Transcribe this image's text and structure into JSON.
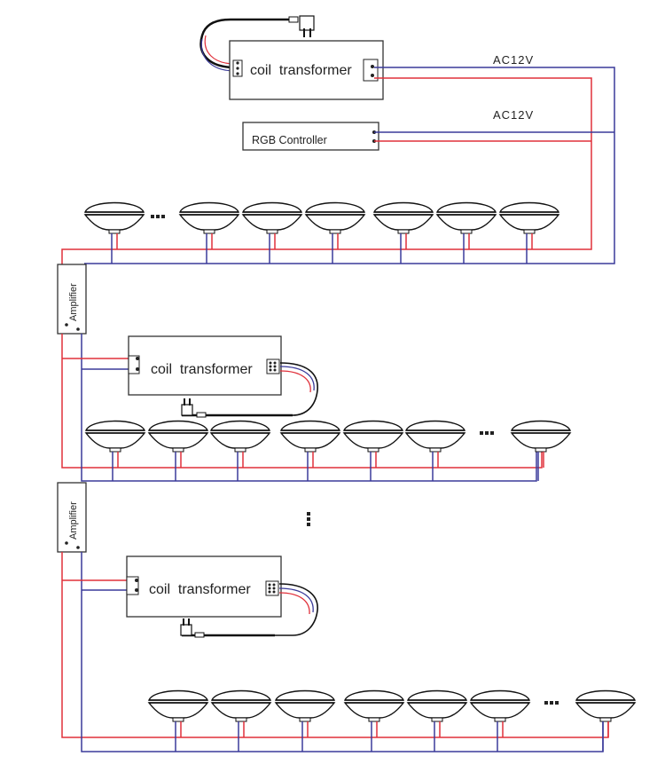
{
  "diagram": {
    "title": "Underwater pool light wiring with RGB controller and amplifiers",
    "colors": {
      "live_wire": "#e0303a",
      "neutral_wire": "#3a3a9a",
      "outline": "#333333"
    },
    "labels": {
      "transformer": "coil  transformer",
      "controller": "RGB Controller",
      "amplifier": "Amplifier",
      "voltage_top": "AC12V",
      "voltage_controller": "AC12V",
      "ellipsis": "···"
    },
    "sections": [
      {
        "name": "main-group",
        "source": "coil transformer",
        "controller": "RGB Controller",
        "lamps_visible": 7,
        "has_ellipsis": true
      },
      {
        "name": "amplifier-group-1",
        "source": "coil transformer",
        "amplifier": "Amplifier",
        "lamps_visible": 7,
        "has_ellipsis": true
      },
      {
        "name": "amplifier-group-2",
        "source": "coil transformer",
        "amplifier": "Amplifier",
        "lamps_visible": 7,
        "has_ellipsis": true
      }
    ]
  }
}
